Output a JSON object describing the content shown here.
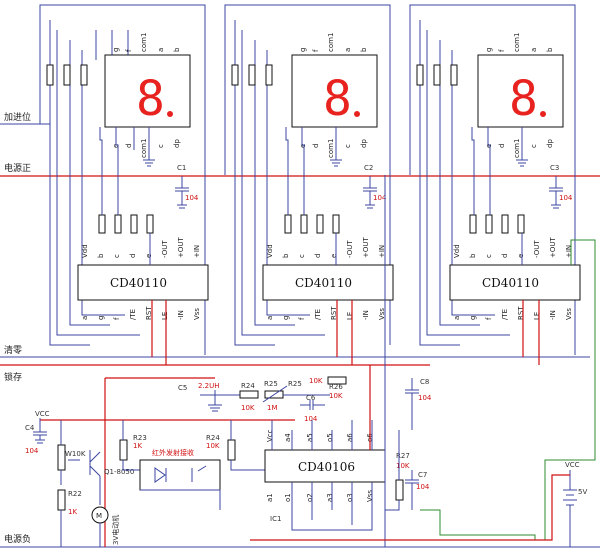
{
  "side_labels": {
    "carry_in": "加进位",
    "vcc_pos": "电源正",
    "clear": "清零",
    "latch": "锁存",
    "vcc_neg": "电源负"
  },
  "counter_chip": "CD40110",
  "counter_top_pins": [
    "Vdd",
    "b",
    "c",
    "d",
    "e",
    "-OUT",
    "+OUT",
    "+IN"
  ],
  "counter_bot_pins": [
    "a",
    "g",
    "f",
    "/TE",
    "RST",
    "LE",
    "-IN",
    "Vss"
  ],
  "display_top_pins": [
    "g",
    "f",
    "com1",
    "a",
    "b"
  ],
  "display_bot_pins": [
    "e",
    "d",
    "com1",
    "c",
    "dp"
  ],
  "capacitors_top": [
    {
      "ref": "C1",
      "value": "104"
    },
    {
      "ref": "C2",
      "value": "104"
    },
    {
      "ref": "C3",
      "value": "104"
    }
  ],
  "schmitt_chip": "CD40106",
  "schmitt_top_pins": [
    "Vcc",
    "a4",
    "a5",
    "o5",
    "a6",
    "o6"
  ],
  "schmitt_bot_pins": [
    "a1",
    "o1",
    "o2",
    "a3",
    "o3",
    "Vss"
  ],
  "ic_ref": "IC1",
  "components": {
    "c5": {
      "ref": "C5",
      "value": "2.2UH"
    },
    "r24a": {
      "ref": "R24",
      "value": "10K"
    },
    "r25": {
      "ref": "R25",
      "value": "1M"
    },
    "r25_trim": {
      "ref": "R25"
    },
    "r26": {
      "ref": "R26",
      "value": "10K"
    },
    "c6": {
      "ref": "C6",
      "value": "104"
    },
    "c8": {
      "ref": "C8",
      "value": "104"
    },
    "c4": {
      "ref": "C4",
      "value": "104"
    },
    "w10k": {
      "ref": "W10K"
    },
    "r23": {
      "ref": "R23",
      "value": "1K"
    },
    "q1": {
      "ref": "Q1-8050"
    },
    "r24b": {
      "ref": "R24",
      "value": "10K"
    },
    "ir": {
      "label": "红外发射接收"
    },
    "r22": {
      "ref": "R22",
      "value": "1K"
    },
    "motor": {
      "ref": "M",
      "label": "3V电动机"
    },
    "r27": {
      "ref": "R27",
      "value": "10K"
    },
    "c7": {
      "ref": "C7",
      "value": "104"
    },
    "battery": {
      "value": "5V"
    },
    "vcc_tag": "VCC",
    "r10k_tag": "10K"
  }
}
